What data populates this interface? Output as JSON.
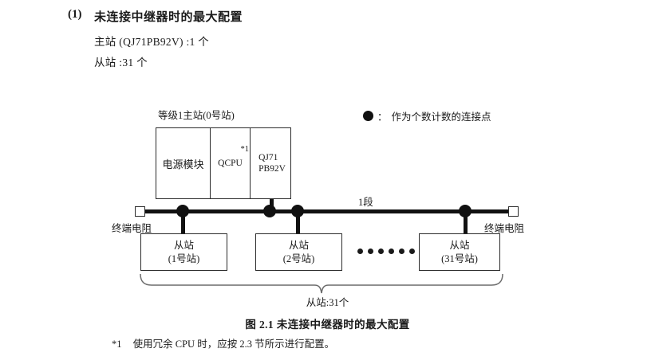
{
  "heading": {
    "number": "(1)",
    "title": "未连接中继器时的最大配置",
    "spec_master": "主站 (QJ71PB92V) :1 个",
    "spec_slave": "从站 :31 个"
  },
  "legend": {
    "symbol": "filled-circle",
    "colon": "：",
    "text": "作为个数计数的连接点"
  },
  "diagram": {
    "master_label": "等级1主站(0号站)",
    "master_slots": {
      "power": "电源模块",
      "cpu": "QCPU",
      "cpu_footnote": "*1",
      "interface_line1": "QJ71",
      "interface_line2": "PB92V"
    },
    "segment_label": "1段",
    "terminator_left": "终端电阻",
    "terminator_right": "终端电阻",
    "slaves": [
      {
        "name": "从站",
        "station": "(1号站)"
      },
      {
        "name": "从站",
        "station": "(2号站)"
      },
      {
        "name": "从站",
        "station": "(31号站)"
      }
    ],
    "ellipsis_count": 6,
    "brace_label": "从站:31个"
  },
  "caption": "图 2.1  未连接中继器时的最大配置",
  "footnote": {
    "mark": "*1",
    "text": "使用冗余 CPU 时，应按 2.3 节所示进行配置。"
  },
  "colors": {
    "ink": "#1a1a1a",
    "line": "#2b2b2b",
    "node": "#111111",
    "paper": "#ffffff"
  }
}
